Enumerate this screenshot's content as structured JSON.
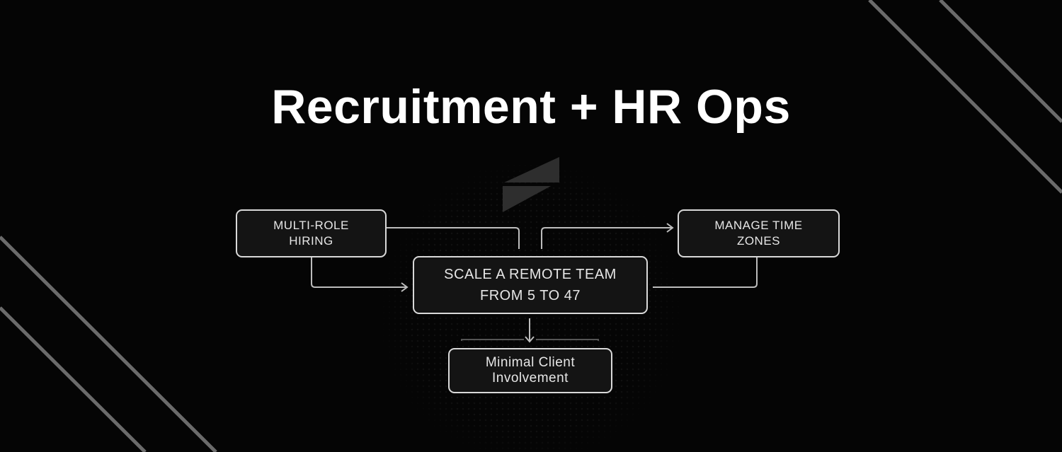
{
  "title": "Recruitment + HR Ops",
  "diagram": {
    "left_node": "MULTI-ROLE\nHIRING",
    "right_node": "MANAGE TIME\nZONES",
    "center_node": "SCALE A REMOTE TEAM\nFROM 5 TO 47",
    "bottom_node": "Minimal Client\nInvolvement"
  },
  "colors": {
    "background": "#050505",
    "stroke": "#d9d9d9",
    "accent_lines": "#6b6b6b"
  },
  "icons": {
    "logo": "bolt-logo-icon"
  }
}
